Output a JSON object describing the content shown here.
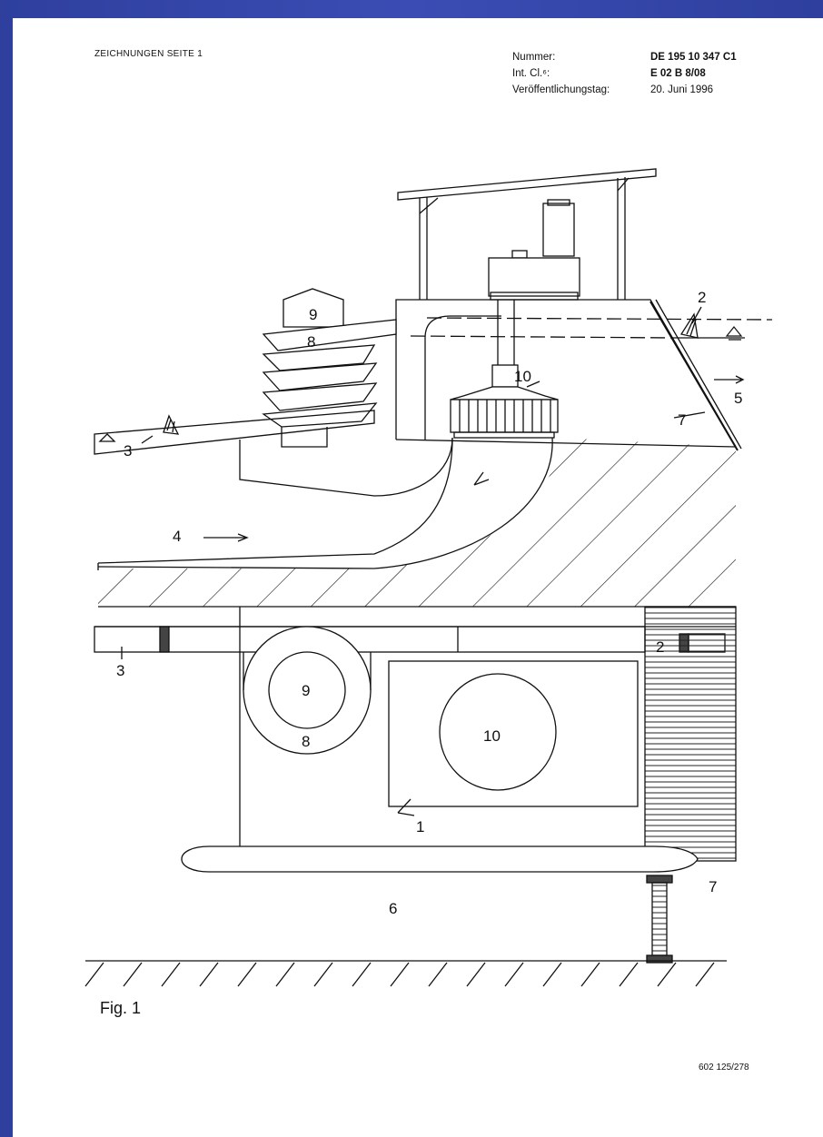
{
  "header": {
    "section": "ZEICHNUNGEN SEITE 1",
    "number_label": "Nummer:",
    "number_value": "DE 195 10 347  C1",
    "class_label": "Int. Cl.⁶:",
    "class_value": "E 02 B  8/08",
    "date_label": "Veröffentlichungstag:",
    "date_value": "20. Juni 1996"
  },
  "drawing": {
    "refs": {
      "r1": "1",
      "r2a": "2",
      "r2b": "2",
      "r3a": "3",
      "r3b": "3",
      "r4": "4",
      "r5": "5",
      "r6": "6",
      "r7a": "7",
      "r7b": "7",
      "r8a": "8",
      "r8b": "8",
      "r9a": "9",
      "r9b": "9",
      "r10a": "10",
      "r10b": "10"
    }
  },
  "figure_label": "Fig. 1",
  "footer_number": "602 125/278"
}
